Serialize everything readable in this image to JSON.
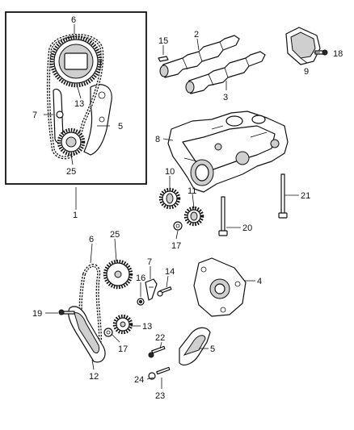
{
  "labels": {
    "n1": "1",
    "n2": "2",
    "n3": "3",
    "n4": "4",
    "n5a": "5",
    "n5b": "5",
    "n6a": "6",
    "n6b": "6",
    "n7a": "7",
    "n7b": "7",
    "n8": "8",
    "n9": "9",
    "n10": "10",
    "n11": "11",
    "n12": "12",
    "n13a": "13",
    "n13b": "13",
    "n14": "14",
    "n15": "15",
    "n16": "16",
    "n17a": "17",
    "n17b": "17",
    "n18": "18",
    "n19": "19",
    "n20": "20",
    "n21": "21",
    "n22": "22",
    "n23": "23",
    "n24": "24",
    "n25a": "25",
    "n25b": "25"
  }
}
